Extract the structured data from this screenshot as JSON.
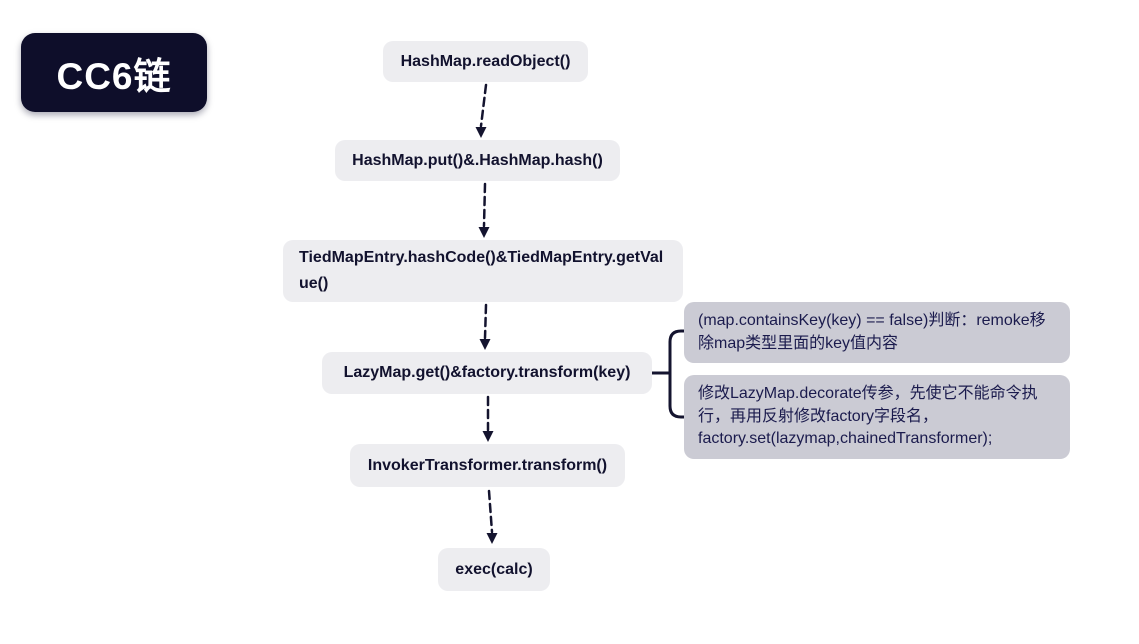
{
  "root": {
    "label": "CC6链"
  },
  "chain": [
    {
      "label": "HashMap.readObject()"
    },
    {
      "label": "HashMap.put()&.HashMap.hash()"
    },
    {
      "label": "TiedMapEntry.hashCode()&TiedMapEntry.getValue()"
    },
    {
      "label": "LazyMap.get()&factory.transform(key)"
    },
    {
      "label": "InvokerTransformer.transform()"
    },
    {
      "label": "exec(calc)"
    }
  ],
  "annotations": [
    {
      "label": "(map.containsKey(key) == false)判断：remoke移除map类型里面的key值内容"
    },
    {
      "label": "修改LazyMap.decorate传参，先使它不能命令执行，再用反射修改factory字段名，factory.set(lazymap,chainedTransformer);"
    }
  ],
  "colors": {
    "background": "#ffffff",
    "root_fill": "#0e0e2a",
    "root_text": "#ffffff",
    "node_fill": "#ededf0",
    "node_text": "#12122e",
    "annotation_fill": "#cbcbd4",
    "annotation_text": "#1b1b4d",
    "connector": "#14142f"
  }
}
